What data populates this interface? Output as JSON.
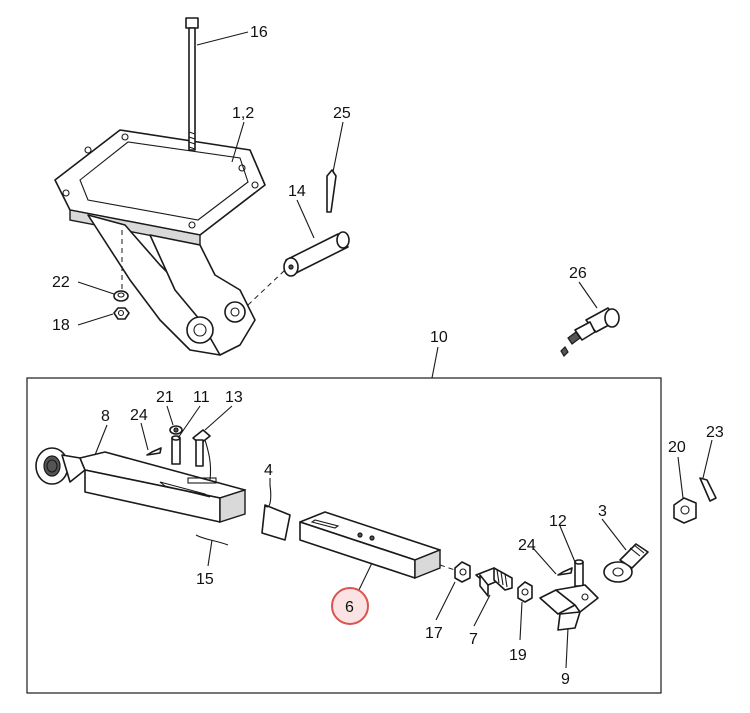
{
  "diagram": {
    "highlight_color": "#d9534f",
    "highlighted_callout": "6",
    "callouts": {
      "c16": "16",
      "c1_2": "1,2",
      "c25": "25",
      "c14": "14",
      "c22": "22",
      "c18": "18",
      "c26": "26",
      "c10": "10",
      "c8": "8",
      "c24a": "24",
      "c21": "21",
      "c11": "11",
      "c13": "13",
      "c4": "4",
      "c15": "15",
      "c6": "6",
      "c17": "17",
      "c7": "7",
      "c19": "19",
      "c24b": "24",
      "c12": "12",
      "c3": "3",
      "c9": "9",
      "c20": "20",
      "c23": "23"
    }
  }
}
